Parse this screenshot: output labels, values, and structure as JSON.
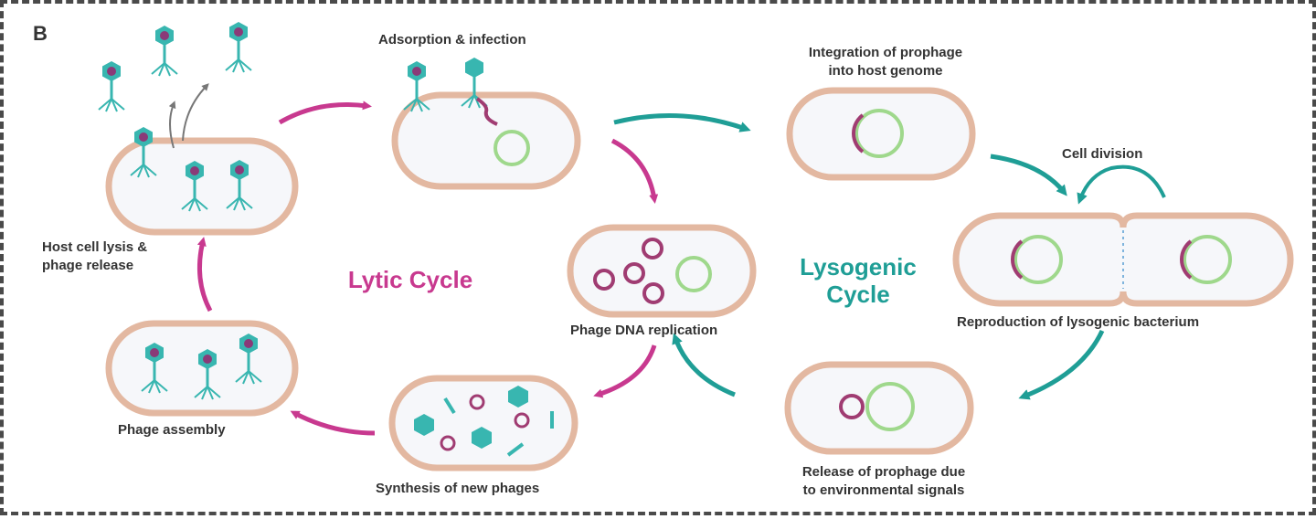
{
  "panel_letter": "B",
  "labels": {
    "adsorption": "Adsorption & infection",
    "integration": "Integration of prophage\ninto host genome",
    "cell_division": "Cell division",
    "reproduction": "Reproduction of lysogenic bacterium",
    "release": "Release of prophage due\nto environmental signals",
    "replication": "Phage DNA replication",
    "synthesis": "Synthesis of new phages",
    "assembly": "Phage assembly",
    "lysis": "Host cell lysis &\nphage release"
  },
  "cycles": {
    "lytic": "Lytic Cycle",
    "lysogenic": "Lysogenic\nCycle"
  },
  "colors": {
    "lytic": "#c8398f",
    "lysogenic": "#1f9e96",
    "cell_wall": "#e3b8a1",
    "cell_fill": "#f6f7fa",
    "host_dna": "#9fd88c",
    "phage_dna": "#a03c72",
    "phage": "#38b6b0",
    "label": "#333333"
  }
}
